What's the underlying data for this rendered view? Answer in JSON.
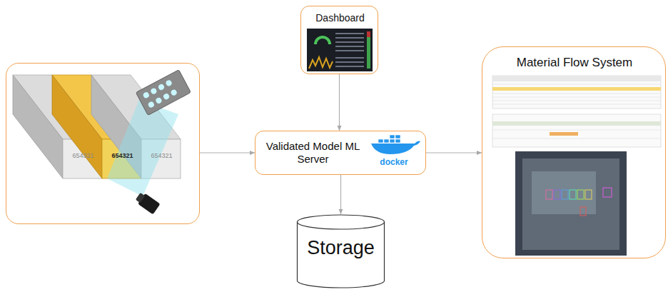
{
  "diagram": {
    "nodes": [
      {
        "text": [
          "654321",
          "654321",
          "654321"
        ]
      },
      {
        "text": [
          "Dashboard"
        ]
      },
      {
        "text": [
          "Validated Model ML Server",
          "docker"
        ]
      },
      {
        "text": [
          "Material Flow System"
        ]
      },
      {
        "text": [
          "Storage"
        ]
      }
    ],
    "edges": [
      {
        "from": 0,
        "to": 2,
        "arrow": "to"
      },
      {
        "from": 1,
        "to": 2,
        "arrow": "to"
      },
      {
        "from": 2,
        "to": 3,
        "arrow": "to"
      },
      {
        "from": 2,
        "to": 4,
        "arrow": "to"
      }
    ]
  }
}
